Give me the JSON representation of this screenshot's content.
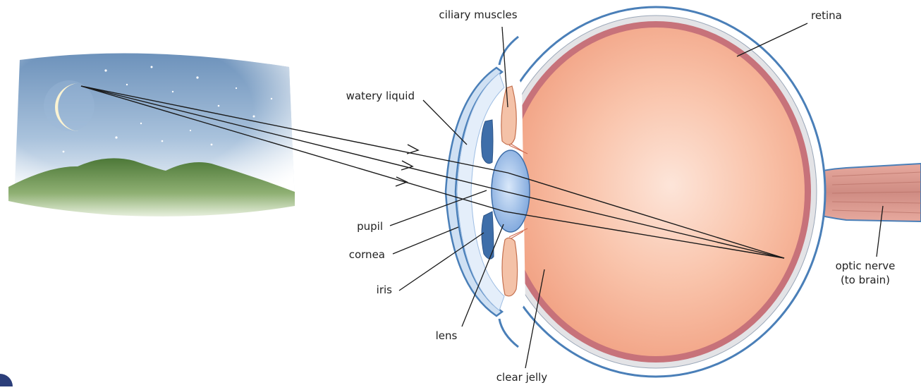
{
  "labels": {
    "ciliary_muscles": "ciliary muscles",
    "retina": "retina",
    "watery_liquid": "watery liquid",
    "pupil": "pupil",
    "cornea": "cornea",
    "iris": "iris",
    "lens": "lens",
    "clear_jelly": "clear jelly",
    "optic_nerve_line1": "optic nerve",
    "optic_nerve_line2": "(to brain)"
  },
  "colors": {
    "sky_top": "#7fa3c8",
    "sky_bottom": "#ffffff",
    "hill_dark": "#4f7a3a",
    "hill_light": "#a9c78f",
    "moon": "#fbf3d2",
    "eyeball_fill": "#f7b79d",
    "eyeball_center": "#fde3d6",
    "retina": "#c7727a",
    "sclera_outline": "#4a7fb8",
    "lens": "#8fb6e6",
    "iris": "#3e6ea9",
    "cornea": "#cfe0f3",
    "muscle": "#f4c2a8",
    "ray": "#1a1a1a"
  },
  "icons": [
    "moon-icon",
    "star-icon",
    "arrowhead-icon"
  ]
}
